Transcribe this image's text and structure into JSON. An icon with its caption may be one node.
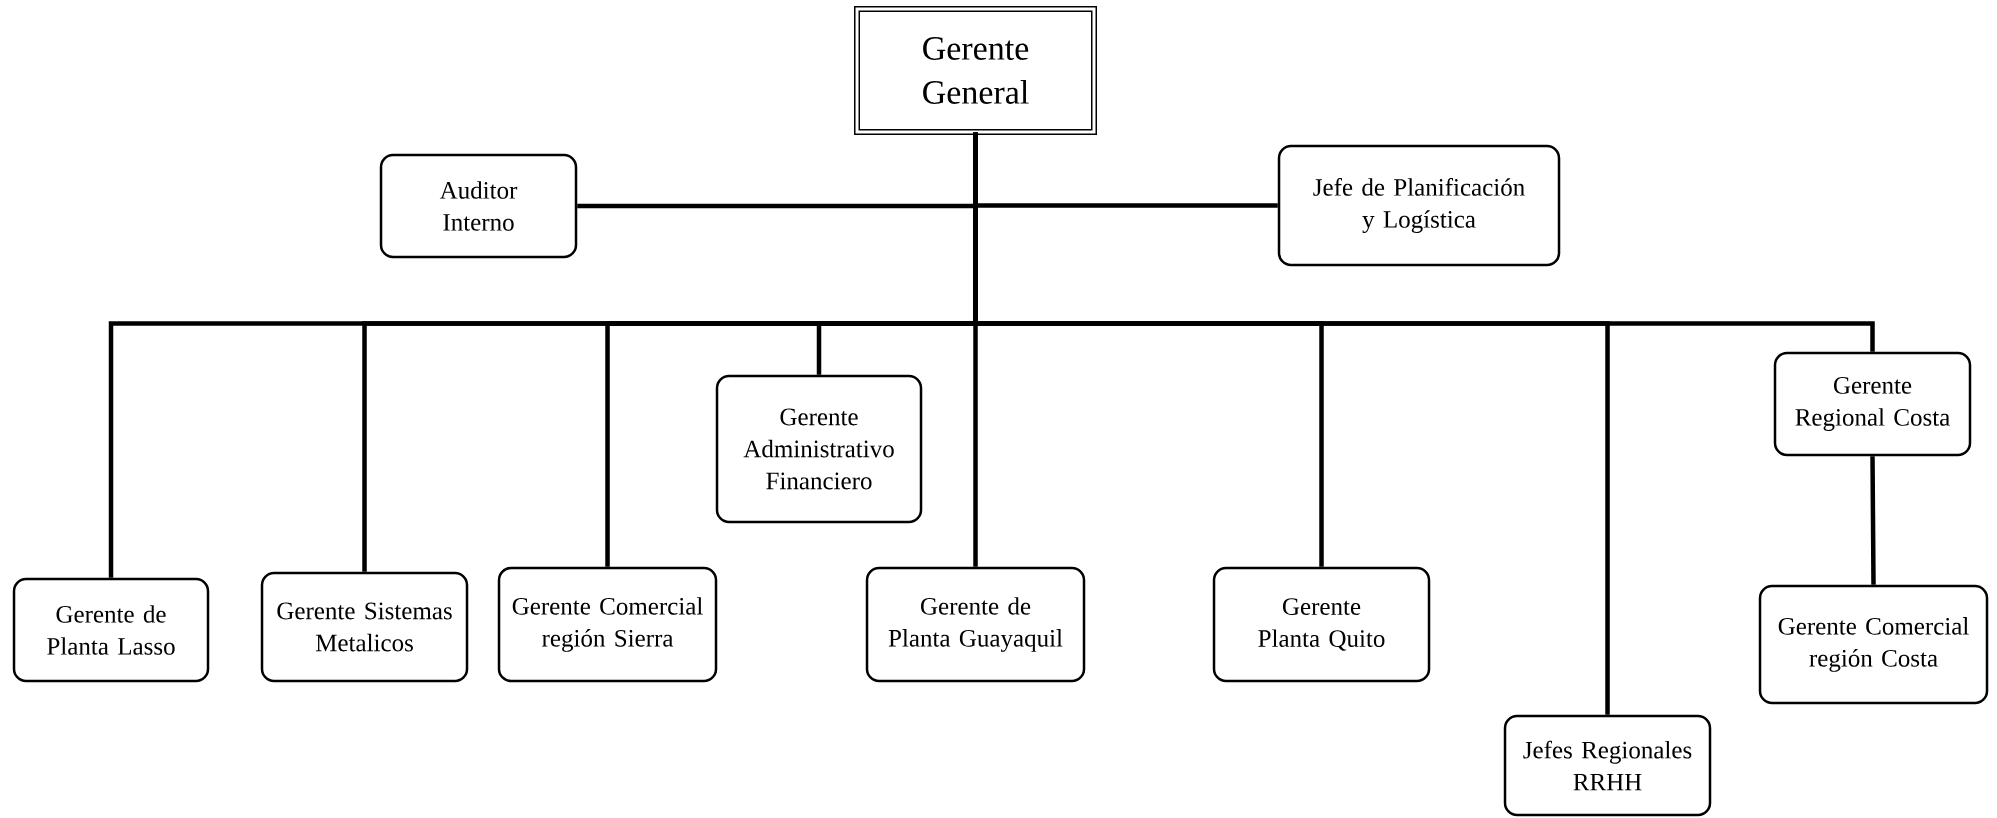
{
  "diagram": {
    "nodes": [
      {
        "text": [
          "Gerente General"
        ]
      },
      {
        "text": [
          "Auditor Interno"
        ]
      },
      {
        "text": [
          "Jefe de Planificación y Logística"
        ]
      },
      {
        "text": [
          "Gerente de Planta Lasso"
        ]
      },
      {
        "text": [
          "Gerente Sistemas Metalicos"
        ]
      },
      {
        "text": [
          "Gerente Comercial región Sierra"
        ]
      },
      {
        "text": [
          "Gerente Administrativo Financiero"
        ]
      },
      {
        "text": [
          "Gerente de Planta Guayaquil"
        ]
      },
      {
        "text": [
          "Gerente Planta Quito"
        ]
      },
      {
        "text": [
          "Jefes Regionales RRHH"
        ]
      },
      {
        "text": [
          "Gerente Regional Costa"
        ]
      },
      {
        "text": [
          "Gerente Comercial región Costa"
        ]
      }
    ],
    "edges": [
      {
        "from": 0,
        "to": 1,
        "arrow": "none"
      },
      {
        "from": 0,
        "to": 2,
        "arrow": "none"
      },
      {
        "from": 0,
        "to": 3,
        "arrow": "none"
      },
      {
        "from": 0,
        "to": 4,
        "arrow": "none"
      },
      {
        "from": 0,
        "to": 5,
        "arrow": "none"
      },
      {
        "from": 0,
        "to": 6,
        "arrow": "none"
      },
      {
        "from": 0,
        "to": 7,
        "arrow": "none"
      },
      {
        "from": 0,
        "to": 8,
        "arrow": "none"
      },
      {
        "from": 0,
        "to": 9,
        "arrow": "none"
      },
      {
        "from": 0,
        "to": 10,
        "arrow": "none"
      },
      {
        "from": 10,
        "to": 11,
        "arrow": "none"
      }
    ]
  }
}
